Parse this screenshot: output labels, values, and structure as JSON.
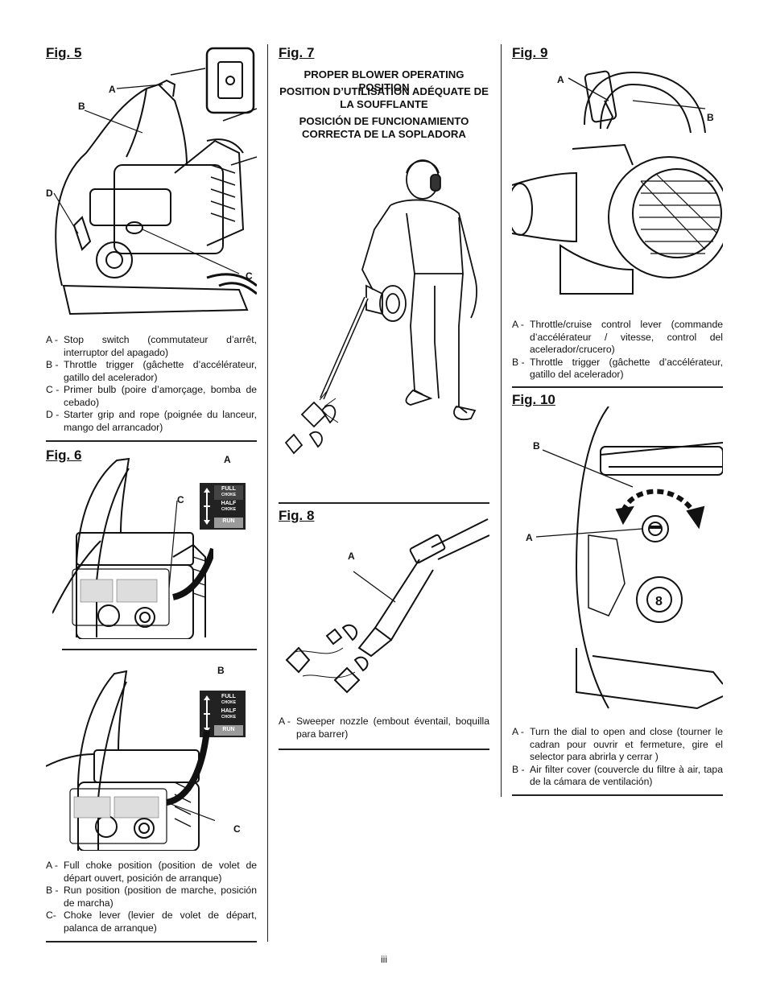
{
  "fig5": {
    "title": "Fig. 5",
    "callouts": {
      "a": "A",
      "b": "B",
      "c": "C",
      "d": "D"
    },
    "legend": [
      {
        "key": "A -",
        "text": "Stop switch (commutateur d’arrêt, interruptor del apagado)"
      },
      {
        "key": "B -",
        "text": "Throttle trigger (gâchette d’accélérateur, gatillo del acelerador)"
      },
      {
        "key": "C -",
        "text": "Primer bulb (poire d’amorçage, bomba de cebado)"
      },
      {
        "key": "D -",
        "text": "Starter grip and rope (poignée du lanceur, mango del arrancador)"
      }
    ]
  },
  "fig6": {
    "title": "Fig. 6",
    "callouts": {
      "a": "A",
      "b": "B",
      "c1": "C",
      "c2": "C"
    },
    "choke_label": {
      "full": "FULL",
      "choke": "CHOKE",
      "half": "HALF",
      "half_choke": "CHOKE",
      "run": "RUN"
    },
    "legend": [
      {
        "key": "A -",
        "text": "Full choke position (position de volet de départ ouvert, posición de arranque)"
      },
      {
        "key": "B -",
        "text": "Run position (position de marche, posición de marcha)"
      },
      {
        "key": "C-",
        "text": "Choke lever (levier de volet de départ, palanca de arranque)"
      }
    ]
  },
  "fig7": {
    "title": "Fig. 7",
    "headings": [
      "PROPER BLOWER OPERATING POSITION",
      "POSITION D’UTILISATION ADÉQUATE DE LA SOUFFLANTE",
      "POSICIÓN DE FUNCIONAMIENTO CORRECTA DE LA SOPLADORA"
    ]
  },
  "fig8": {
    "title": "Fig. 8",
    "callouts": {
      "a": "A"
    },
    "legend": [
      {
        "key": "A -",
        "text": "Sweeper nozzle (embout éventail, boquilla para barrer)"
      }
    ]
  },
  "fig9": {
    "title": "Fig. 9",
    "callouts": {
      "a": "A",
      "b": "B"
    },
    "legend": [
      {
        "key": "A -",
        "text": "Throttle/cruise control lever (commande d’accélérateur / vitesse, control del acelerador/crucero)"
      },
      {
        "key": "B -",
        "text": "Throttle trigger (gâchette d’accélérateur, gatillo del acelerador)"
      }
    ]
  },
  "fig10": {
    "title": "Fig. 10",
    "callouts": {
      "a": "A",
      "b": "B"
    },
    "legend": [
      {
        "key": "A -",
        "text": "Turn the dial to open and close (tourner le cadran pour ouvrir et fermeture, gire el selector para abrirla y cerrar )"
      },
      {
        "key": "B -",
        "text": "Air filter cover (couvercle du filtre à air, tapa de la cámara de ventilación)"
      }
    ]
  },
  "page_number": "iii"
}
